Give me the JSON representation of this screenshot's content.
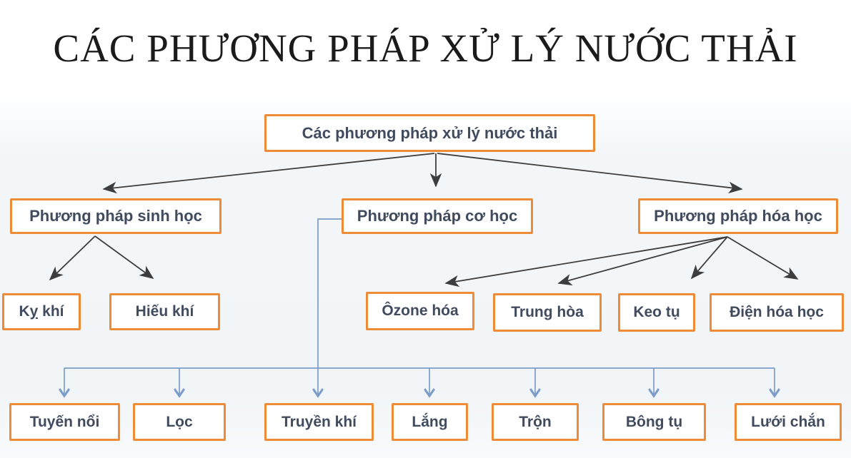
{
  "page_title": "CÁC PHƯƠNG PHÁP XỬ LÝ NƯỚC THẢI",
  "colors": {
    "box_border": "#ed8b37",
    "box_text": "#414b5e",
    "black_arrow": "#3d3d3d",
    "blue_connector": "#7b9cc8",
    "title_text": "#1b1b1b"
  },
  "nodes": {
    "root": "Các phương pháp xử lý nước thải",
    "sinh_hoc": "Phương pháp sinh học",
    "co_hoc": "Phương pháp cơ học",
    "hoa_hoc": "Phương pháp hóa học",
    "ky_khi": "Kỵ khí",
    "hieu_khi": "Hiếu khí",
    "ozone_hoa": "Ôzone hóa",
    "trung_hoa": "Trung hòa",
    "keo_tu": "Keo tụ",
    "dien_hoa_hoc": "Điện hóa học",
    "tuyen_noi": "Tuyến nổi",
    "loc": "Lọc",
    "truyen_khi": "Truyền khí",
    "lang": "Lắng",
    "tron": "Trộn",
    "bong_tu": "Bông tụ",
    "luoi_chan": "Lưới chắn"
  },
  "hierarchy": {
    "root": "Các phương pháp xử lý nước thải",
    "children": [
      {
        "label": "Phương pháp sinh học",
        "children": [
          "Kỵ khí",
          "Hiếu khí"
        ]
      },
      {
        "label": "Phương pháp cơ học",
        "children": [
          "Tuyến nổi",
          "Lọc",
          "Truyền khí",
          "Lắng",
          "Trộn",
          "Bông tụ",
          "Lưới chắn"
        ]
      },
      {
        "label": "Phương pháp hóa học",
        "children": [
          "Ôzone hóa",
          "Trung hòa",
          "Keo tụ",
          "Điện hóa học"
        ]
      }
    ]
  }
}
